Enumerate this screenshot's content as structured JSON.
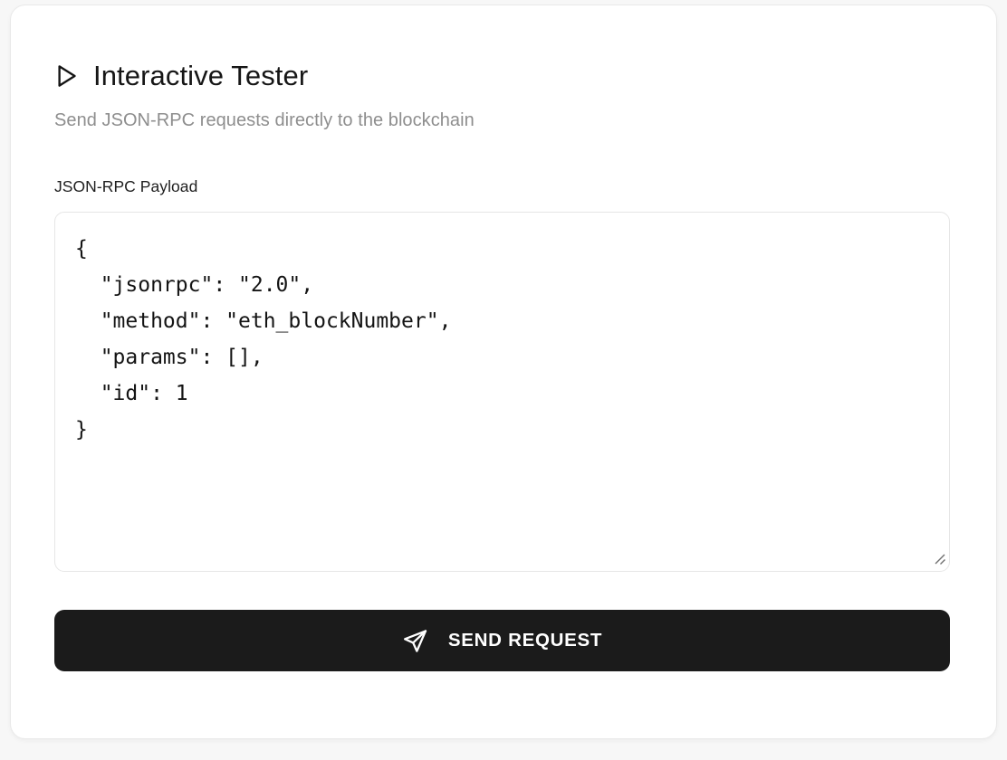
{
  "card": {
    "header": {
      "icon": "play-triangle-icon",
      "title": "Interactive Tester",
      "subtitle": "Send JSON-RPC requests directly to the blockchain"
    },
    "payload_field": {
      "label": "JSON-RPC Payload",
      "value": "{\n  \"jsonrpc\": \"2.0\",\n  \"method\": \"eth_blockNumber\",\n  \"params\": [],\n  \"id\": 1\n}",
      "placeholder": "",
      "resize_handle": "resize-grip-icon"
    },
    "send_button": {
      "icon": "send-paper-plane-icon",
      "label": "SEND REQUEST"
    }
  },
  "colors": {
    "page_background": "#f7f7f7",
    "card_background": "#ffffff",
    "card_border": "#e9e9e9",
    "title_text": "#161616",
    "subtitle_text": "#8e8e8e",
    "label_text": "#1f1f1f",
    "input_border": "#e6e6e6",
    "code_text": "#141414",
    "button_background": "#1b1b1b",
    "button_text": "#ffffff"
  }
}
